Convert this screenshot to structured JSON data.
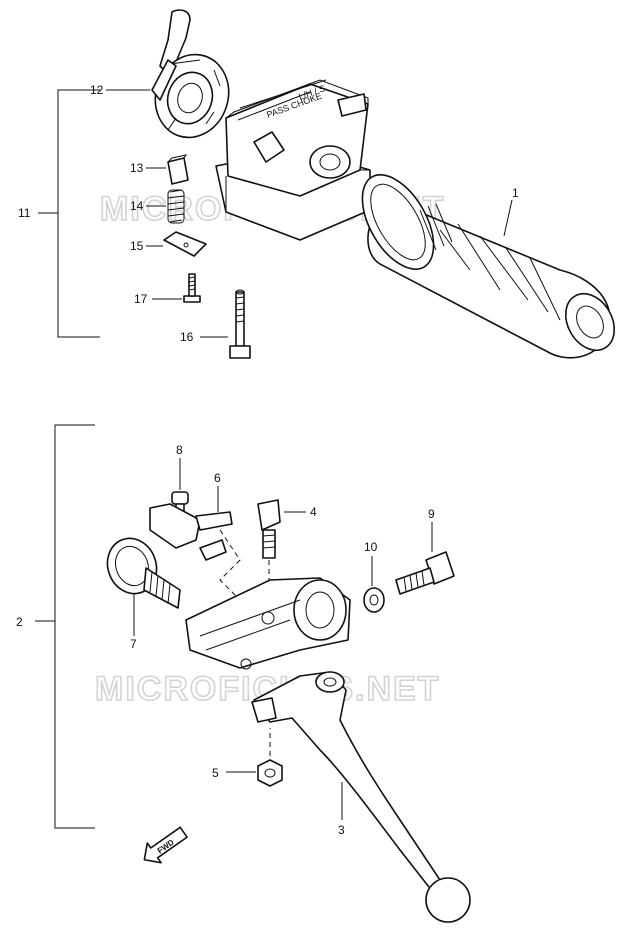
{
  "watermark": "MICROFICHES.NET",
  "fwd_label": "FWD",
  "callouts": {
    "c1": "1",
    "c2": "2",
    "c3": "3",
    "c4": "4",
    "c5": "5",
    "c6": "6",
    "c7": "7",
    "c8": "8",
    "c9": "9",
    "c10": "10",
    "c11": "11",
    "c12": "12",
    "c13": "13",
    "c14": "14",
    "c15": "15",
    "c16": "16",
    "c17": "17"
  }
}
